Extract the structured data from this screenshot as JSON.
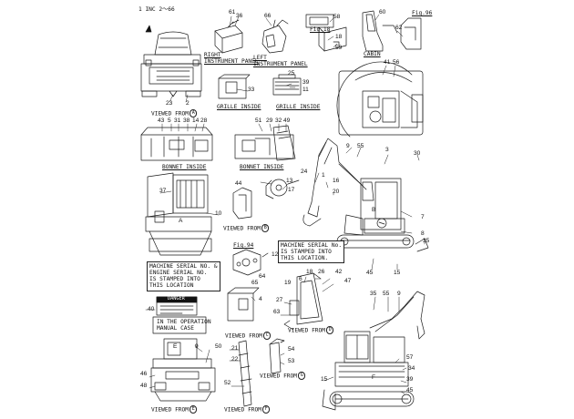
{
  "header": {
    "ref": "1 INC 2～66"
  },
  "captions": {
    "right_panel": "RIGHT\nINSTRUMENT PANEL",
    "left_panel": "LEFT\nINSTRUMENT PANEL",
    "cabin": "CABIN",
    "grille_inside_1": "GRILLE INSIDE",
    "grille_inside_2": "GRILLE INSIDE",
    "bonnet_inside_1": "BONNET INSIDE",
    "bonnet_inside_2": "BONNET INSIDE",
    "fig_18": "Fig.18",
    "fig_96": "Fig.96",
    "fig_94": "Fig.94"
  },
  "views": {
    "a": {
      "text": "VIEWED FROM",
      "letter": "A"
    },
    "b": {
      "text": "VIEWED FROM",
      "letter": "B"
    },
    "c": {
      "text": "VIEWED FROM",
      "letter": "C"
    },
    "d": {
      "text": "VIEWED FROM",
      "letter": "D"
    },
    "e": {
      "text": "VIEWED FROM",
      "letter": "E"
    },
    "f": {
      "text": "VIEWED FROM",
      "letter": "F"
    },
    "g": {
      "text": "VIEWED FROM",
      "letter": "G"
    }
  },
  "notes": {
    "serial_engine": "MACHINE SERIAL NO. &\nENGINE SERIAL NO.\nIS STAMPED INTO\nTHIS LOCATION",
    "serial_machine": "MACHINE SERIAL No.\nIS STAMPED INTO\nTHIS LOCATION.",
    "danger": "DANGER",
    "manual": "IN THE OPERATION\nMANUAL CASE"
  },
  "letters": {
    "a": "A",
    "b": "B",
    "c": "C",
    "d": "D",
    "e": "E",
    "f": "F",
    "g": "G"
  },
  "callouts": {
    "n61": "61",
    "n36": "36",
    "n66": "66",
    "n58": "58",
    "n18": "18",
    "n59": "59",
    "n60": "60",
    "n62": "62",
    "n23": "23",
    "n2": "2",
    "n33": "33",
    "n25": "25",
    "n39": "39",
    "n11": "11",
    "n41": "41",
    "n56": "56",
    "n43": "43",
    "n5": "5",
    "n31": "31",
    "n38": "38",
    "n14": "14",
    "n28": "28",
    "n51": "51",
    "n29": "29",
    "n32": "32",
    "n49": "49",
    "n9": "9",
    "n55": "55",
    "n3": "3",
    "n30": "30",
    "n24": "24",
    "n1": "1",
    "n13": "13",
    "n17": "17",
    "n16": "16",
    "n20": "20",
    "n44": "44",
    "n37": "37",
    "n10": "10",
    "n7": "7",
    "n8": "8",
    "n35": "35",
    "n45": "45",
    "n15": "15",
    "n12": "12",
    "n64": "64",
    "n65": "65",
    "n6": "6",
    "n19": "19",
    "n26": "26",
    "n42": "42",
    "n47": "47",
    "n27": "27",
    "n63": "63",
    "n4": "4",
    "n40": "40",
    "n50": "50",
    "n21": "21",
    "n22": "22",
    "n54": "54",
    "n53": "53",
    "n46": "46",
    "n48": "48",
    "n52": "52",
    "n57": "57",
    "n34": "34",
    "n35b": "35",
    "n55b": "55",
    "n9b": "9",
    "n15b": "15",
    "n45b": "45",
    "n9c": "9",
    "n39b": "39"
  }
}
